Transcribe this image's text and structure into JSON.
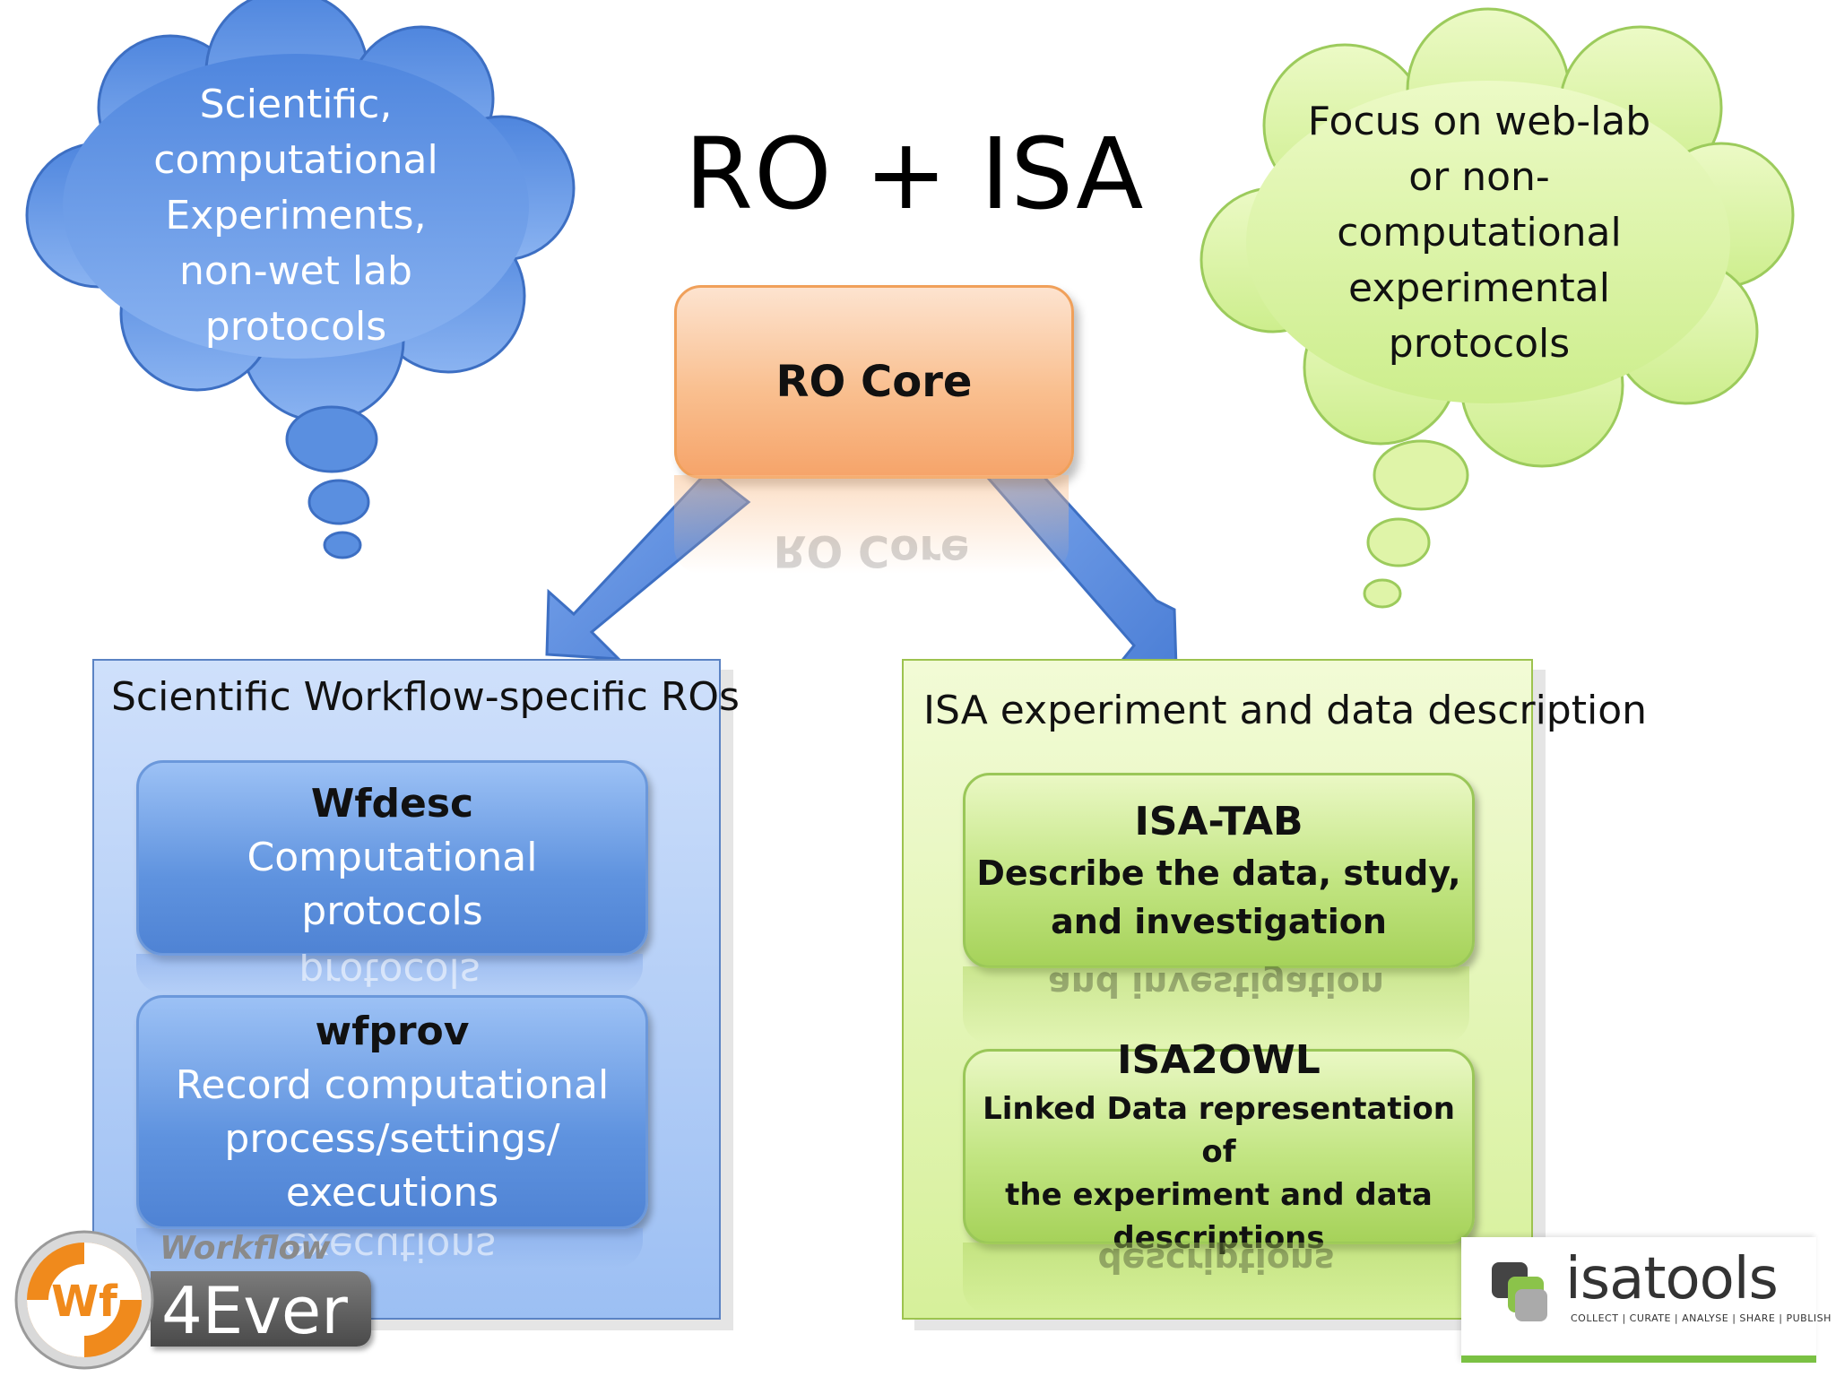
{
  "title": "RO + ISA",
  "cloud_left": {
    "text": "Scientific,\ncomputational\nExperiments,\nnon-wet lab\nprotocols",
    "color": "#5b8ee0"
  },
  "cloud_right": {
    "text": "Focus on web-lab\nor non-\ncomputational\nexperimental\nprotocols",
    "color": "#dff4a8"
  },
  "core": {
    "label": "RO Core"
  },
  "left_panel": {
    "title": "Scientific Workflow-specific ROs",
    "boxes": [
      {
        "head": "Wfdesc",
        "body": "Computational\nprotocols",
        "reflection": "protocols"
      },
      {
        "head": "wfprov",
        "body": "Record computational\nprocess/settings/\nexecutions",
        "reflection": "executions"
      }
    ]
  },
  "right_panel": {
    "title": "ISA experiment and data description",
    "boxes": [
      {
        "head": "ISA-TAB",
        "body": "Describe the data, study,\nand investigation",
        "reflection": "and investigation"
      },
      {
        "head": "ISA2OWL",
        "body": "Linked Data representation of\nthe experiment and data\ndescriptions",
        "reflection": "descriptions"
      }
    ]
  },
  "logos": {
    "workflow4ever": {
      "word1": "Workflow",
      "word2": "4Ever",
      "badge": "Wf"
    },
    "isatools": {
      "name": "isatools",
      "tagline": "COLLECT | CURATE | ANALYSE | SHARE | PUBLISH"
    }
  }
}
